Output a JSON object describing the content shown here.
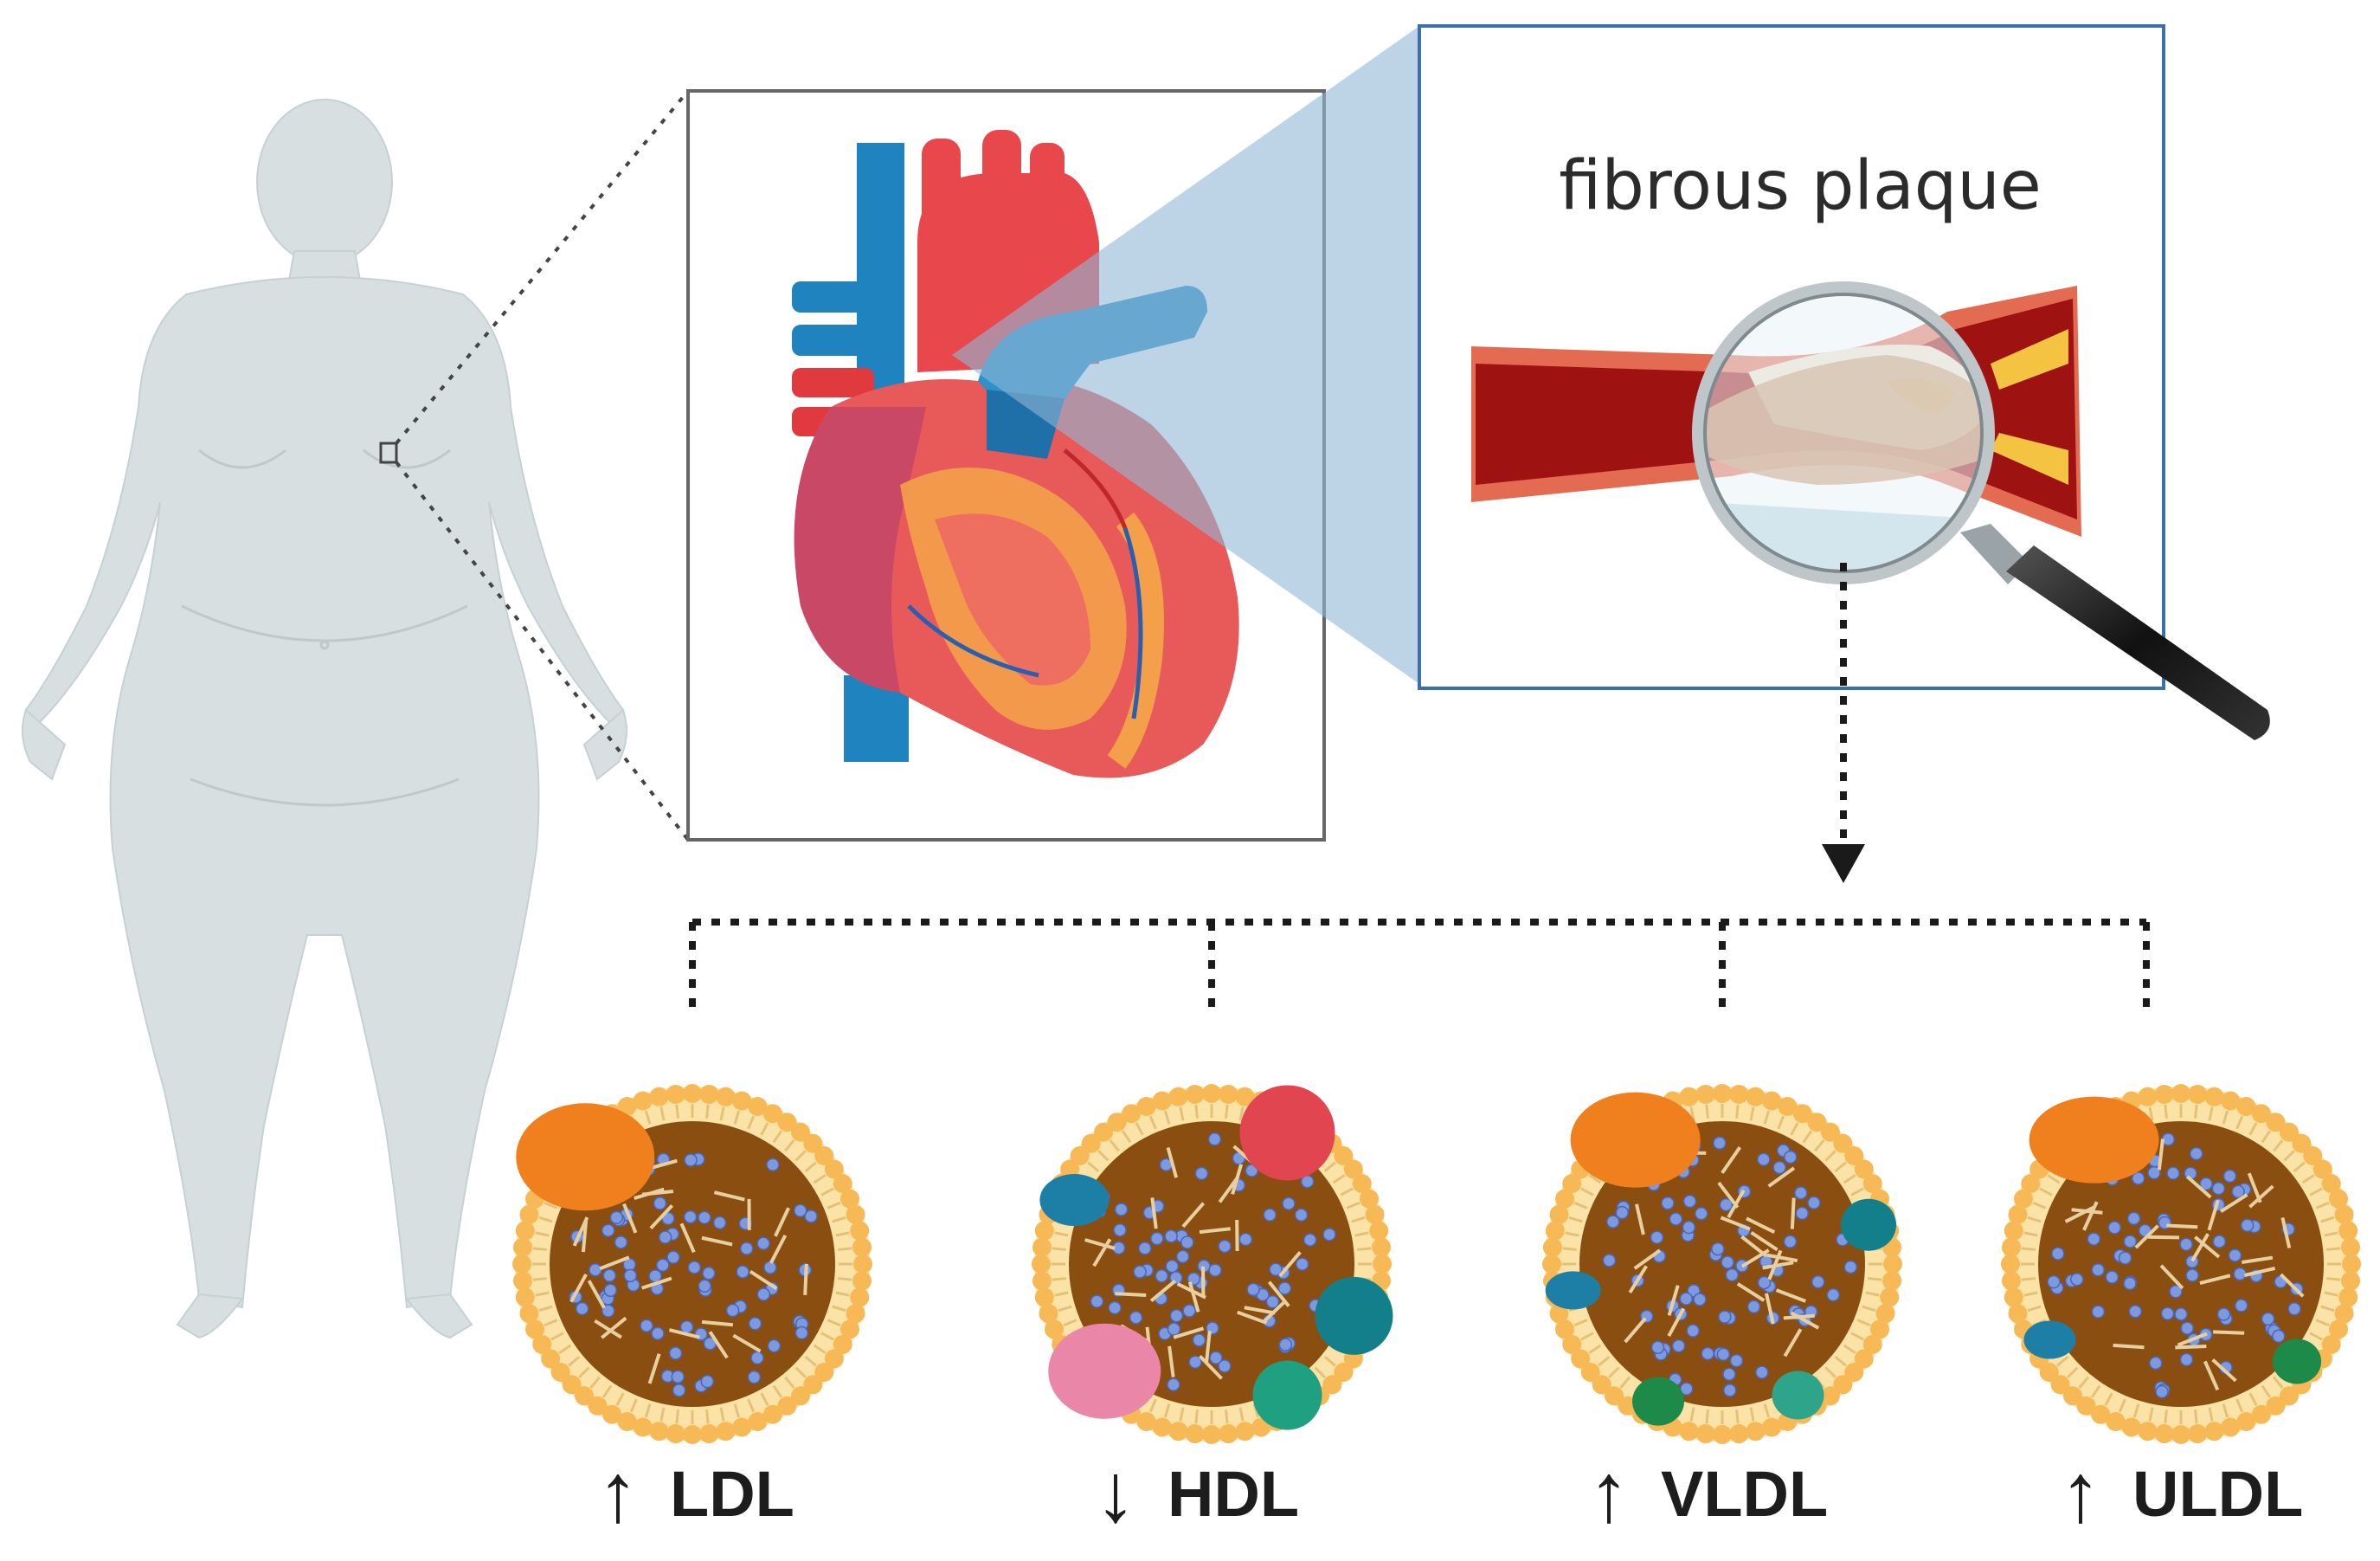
{
  "plaque_label": "fibrous plaque",
  "lipoproteins": [
    {
      "name": "LDL",
      "trend": "↑"
    },
    {
      "name": "HDL",
      "trend": "↓"
    },
    {
      "name": "VLDL",
      "trend": "↑"
    },
    {
      "name": "ULDL",
      "trend": "↑"
    }
  ],
  "colors": {
    "body": "#d8e0e1",
    "artery_red": "#c0262c",
    "vein_blue": "#1f83c0",
    "zoom_blue": "#8fb8d6",
    "shell": "#f7b955",
    "core": "#8a4f10",
    "cholesterol_blue": "#6f8fd8"
  },
  "icons": [
    "human-body-silhouette",
    "heart-anatomy",
    "artery-cross-section",
    "magnifying-glass",
    "lipoprotein-particle"
  ]
}
